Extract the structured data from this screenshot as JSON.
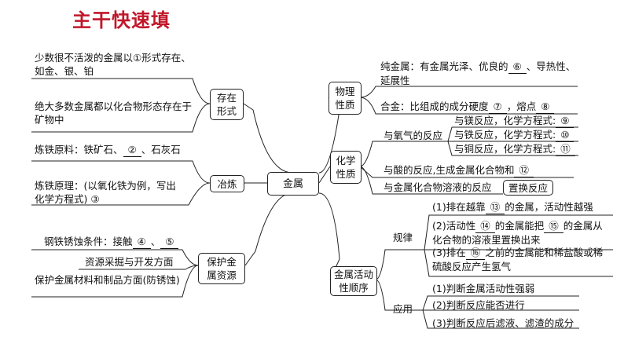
{
  "title": "主干快速填",
  "center": "金属",
  "left": {
    "existence": {
      "label": "存在形式",
      "item1": {
        "text": "少数很不活泼的金属以",
        "blank": "①",
        "after": "形式存在、如金、银、铂"
      },
      "item2": "绝大多数金属都以化合物形态存在于矿物中"
    },
    "smelting": {
      "label": "冶炼",
      "material": {
        "text": "炼铁原料：铁矿石、",
        "blank": "②",
        "after": "、石灰石"
      },
      "principle": {
        "text": "炼铁原理：(以氧化铁为例，写出化学方程式)",
        "blank": "③"
      }
    },
    "protection": {
      "label": "保护金属资源",
      "rust": {
        "text": "钢铁锈蚀条件：接触",
        "blank1": "④",
        "blank2": "⑤",
        "sep": "、"
      },
      "mining": "资源采掘与开发方面",
      "materials": "保护金属材料和制品方面(防锈蚀)"
    }
  },
  "right": {
    "physical": {
      "label": "物理性质",
      "pure": {
        "text": "纯金属：有金属光泽、优良的",
        "blank": "⑥",
        "after": "、导热性、延展性"
      },
      "alloy": {
        "text": "合金：比组成的成分硬度",
        "blank1": "⑦",
        "mid": "，熔点",
        "blank2": "⑧"
      }
    },
    "chemical": {
      "label": "化学性质",
      "oxygen": "与氧气的反应",
      "mg": {
        "text": "与镁反应，化学方程式:",
        "blank": "⑨"
      },
      "fe": {
        "text": "与铁反应，化学方程式:",
        "blank": "⑩"
      },
      "cu": {
        "text": "与铜反应，化学方程式:",
        "blank": "⑪"
      },
      "acid": {
        "text": "与酸的反应,生成金属化合物和",
        "blank": "⑫"
      },
      "salt": {
        "text": "与金属化合物溶液的反应",
        "type": "置换反应"
      }
    },
    "activity": {
      "label": "金属活动性顺序",
      "rules": "规律",
      "rule1": {
        "text": "(1)排在越靠",
        "blank": "⑬",
        "after": "的金属，活动性越强"
      },
      "rule2": {
        "text": "(2)活动性",
        "blank1": "⑭",
        "mid": "的金属能把",
        "blank2": "⑮",
        "after": "的金属从化合物的溶液里置换出来"
      },
      "rule3": {
        "text": "(3)排在",
        "blank": "⑯",
        "after": "之前的金属能和稀盐酸或稀硫酸反应产生氢气"
      },
      "application": "应用",
      "app1": "(1)判断金属活动性强弱",
      "app2": "(2)判断反应能否进行",
      "app3": "(3)判断反应后滤液、滤渣的成分"
    }
  }
}
